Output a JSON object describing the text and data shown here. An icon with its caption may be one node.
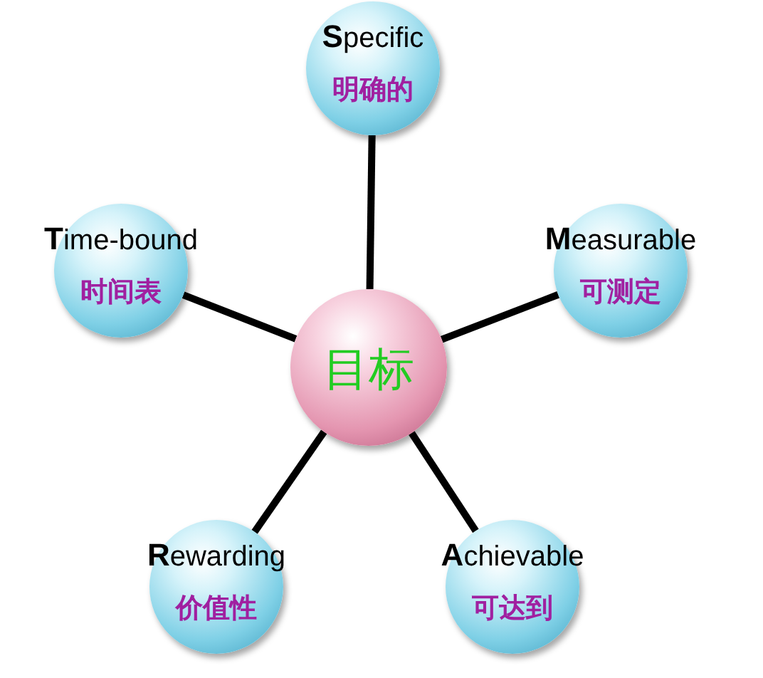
{
  "diagram": {
    "nodes": [
      {
        "text": [
          "目标"
        ]
      },
      {
        "text": [
          "**S**pecific",
          "明确的"
        ]
      },
      {
        "text": [
          "**M**easurable",
          "可测定"
        ]
      },
      {
        "text": [
          "**A**chievable",
          "可达到"
        ]
      },
      {
        "text": [
          "**R**ewarding",
          "价值性"
        ]
      },
      {
        "text": [
          "**T**ime-bound",
          "时间表"
        ]
      }
    ],
    "edges": [
      {
        "from": 0,
        "to": 1,
        "arrow": "none"
      },
      {
        "from": 0,
        "to": 2,
        "arrow": "none"
      },
      {
        "from": 0,
        "to": 3,
        "arrow": "none"
      },
      {
        "from": 0,
        "to": 4,
        "arrow": "none"
      },
      {
        "from": 0,
        "to": 5,
        "arrow": "none"
      }
    ]
  }
}
